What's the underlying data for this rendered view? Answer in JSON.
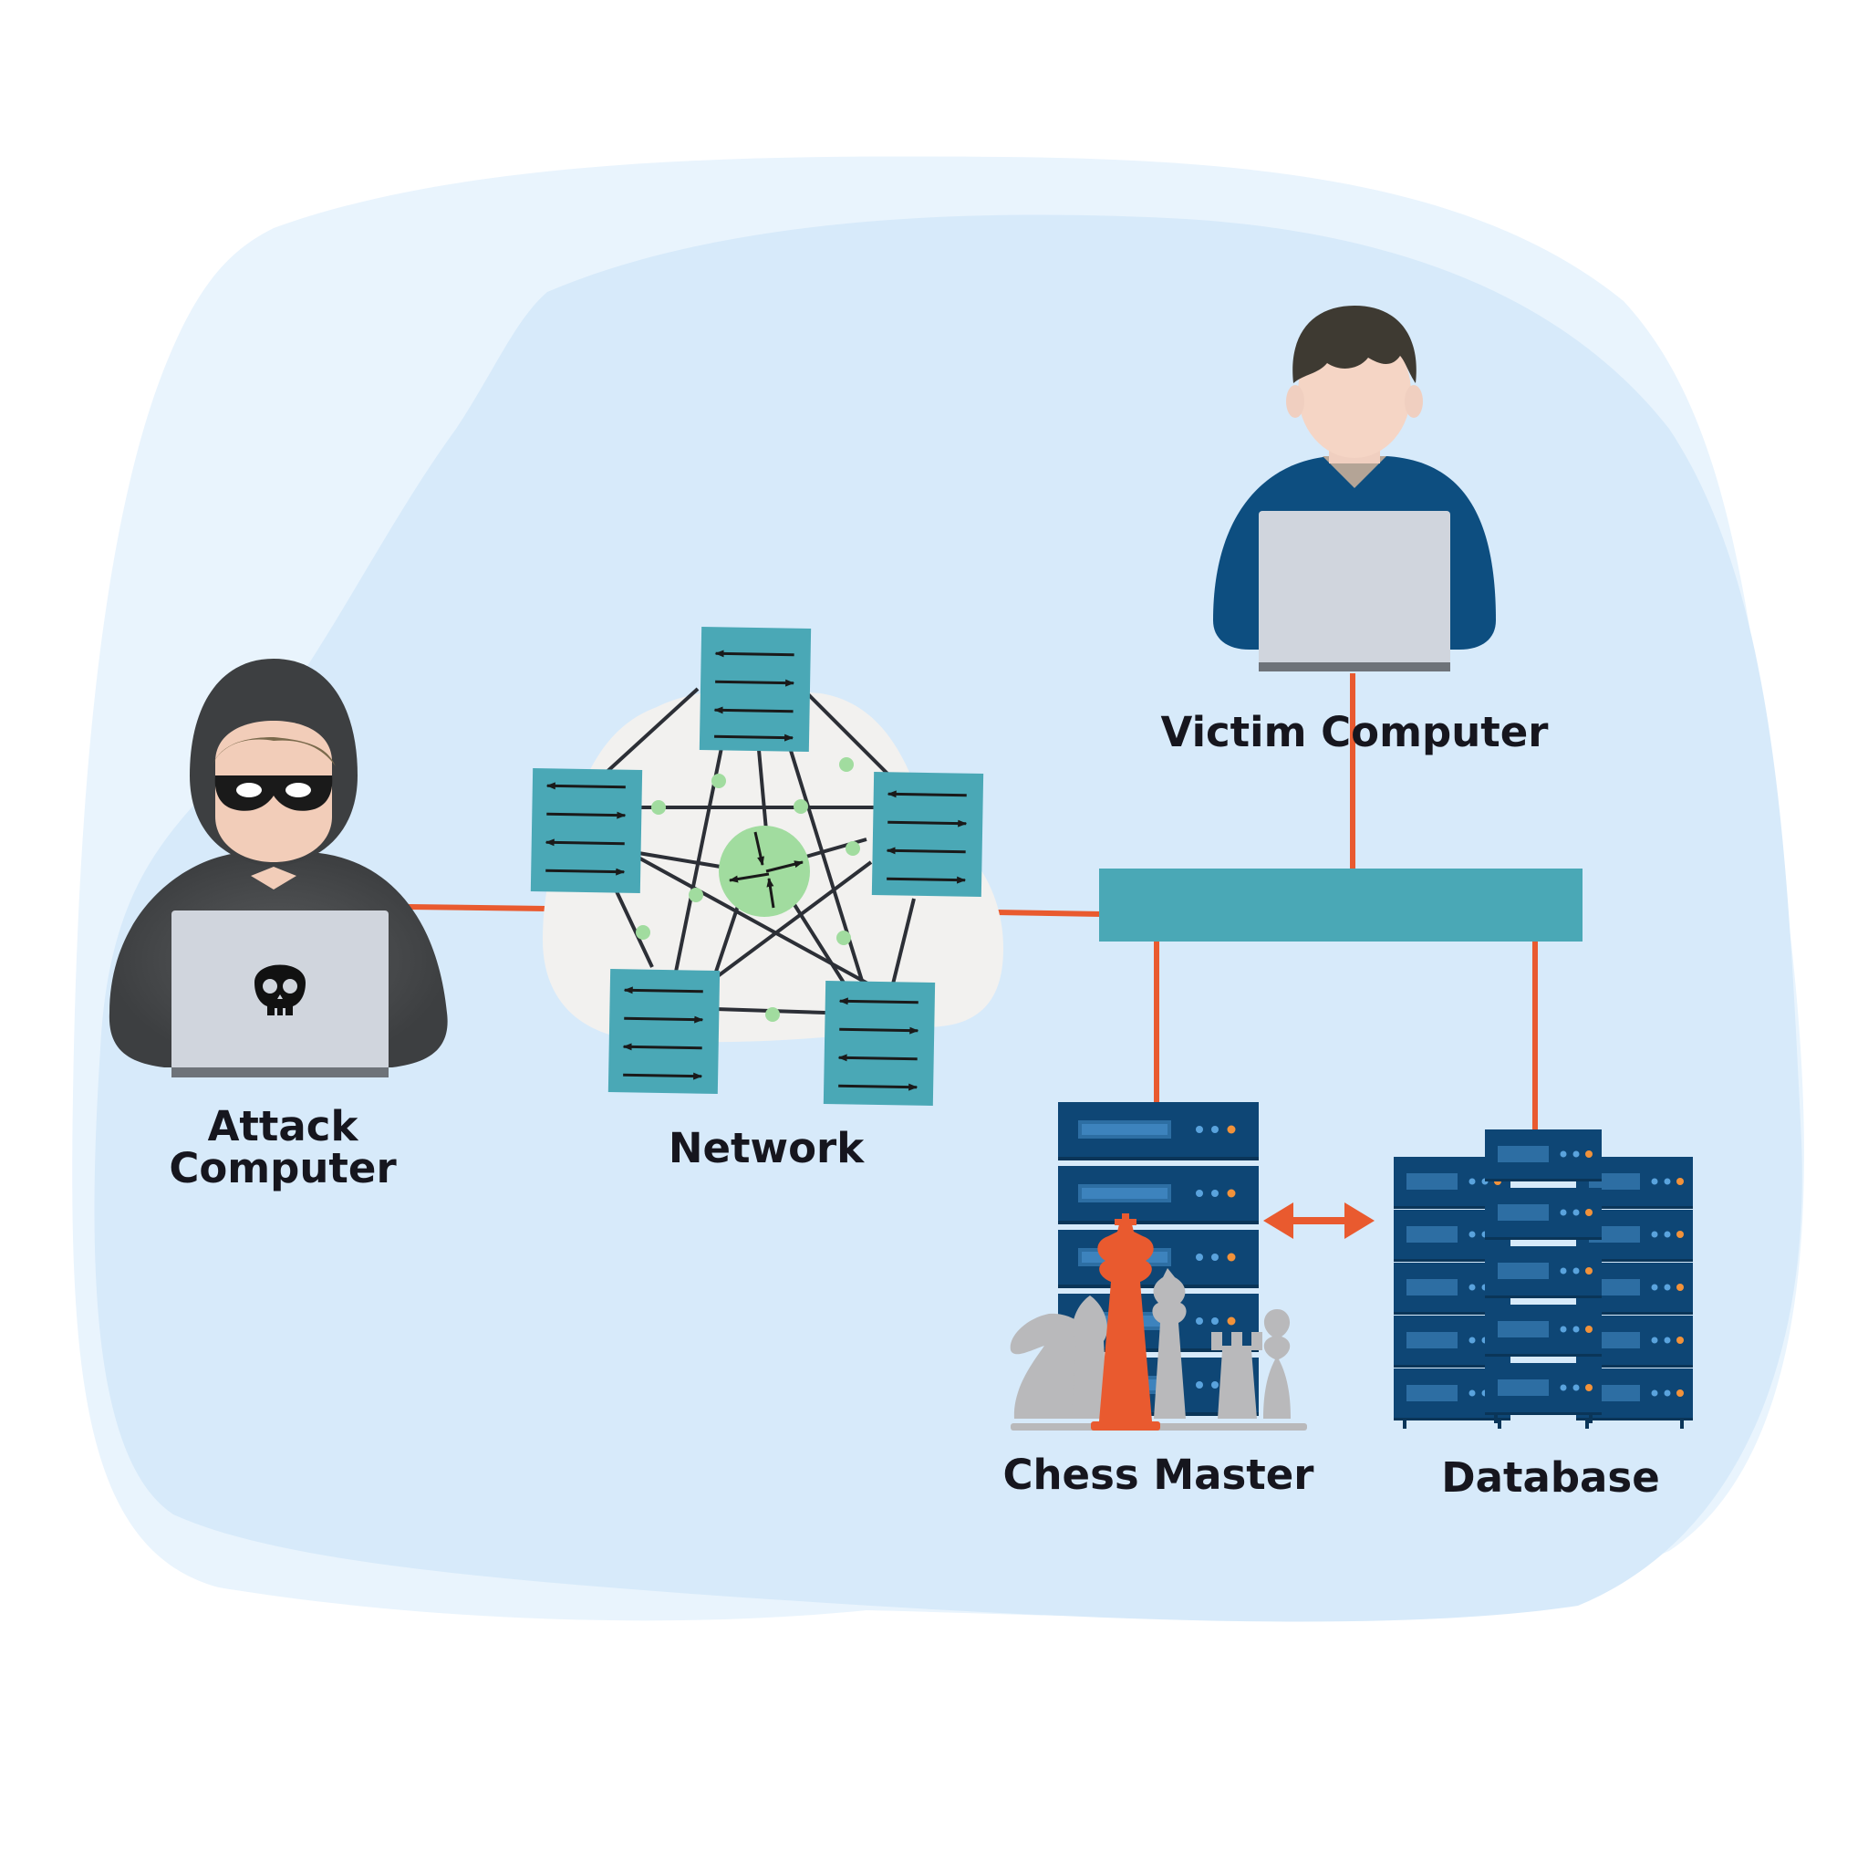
{
  "labels": {
    "attack_line1": "Attack",
    "attack_line2": "Computer",
    "network": "Network",
    "victim": "Victim Computer",
    "chess_master": "Chess Master",
    "database": "Database"
  },
  "colors": {
    "background": "#ffffff",
    "blob_outer": "#e9f4fd",
    "blob_inner": "#d7eafa",
    "connector": "#e95a2f",
    "teal": "#4aa8b6",
    "network_cloud": "#f2f1ef",
    "hub_green": "#a1dc9f",
    "server_navy": "#0e4675",
    "chess_king": "#e95a2f",
    "chess_piece": "#b9b9bb"
  },
  "icons": {
    "attacker": "hooded-hacker-icon",
    "skull": "skull-icon",
    "victim": "user-laptop-icon",
    "network": "network-mesh-icon",
    "switch": "network-switch-icon",
    "chess_master": "chess-pieces-icon",
    "server": "server-rack-icon",
    "database": "database-server-icon"
  }
}
